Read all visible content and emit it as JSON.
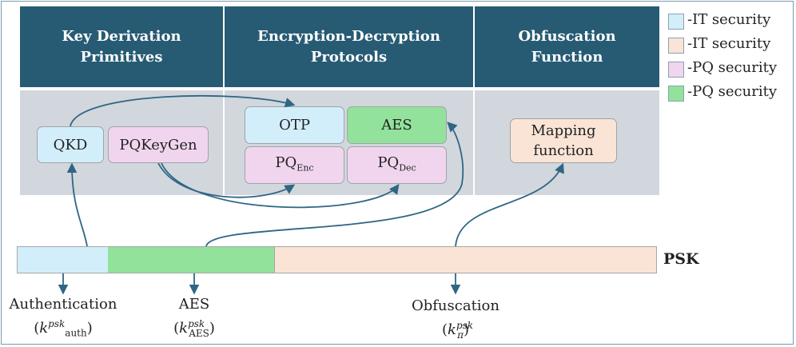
{
  "headers": {
    "kdp": "Key Derivation\nPrimitives",
    "edp": "Encryption-Decryption\nProtocols",
    "obf": "Obfuscation\nFunction"
  },
  "legend": [
    {
      "label": "-IT security",
      "color": "#d3eefb"
    },
    {
      "label": "-IT security",
      "color": "#fae4d6"
    },
    {
      "label": "-PQ security",
      "color": "#f1d5ef"
    },
    {
      "label": "-PQ security",
      "color": "#92e29c"
    }
  ],
  "boxes": {
    "qkd": "QKD",
    "pqkeygen": "PQKeyGen",
    "otp": "OTP",
    "aes": "AES",
    "pq_enc_base": "PQ",
    "pq_enc_sub": "Enc",
    "pq_dec_base": "PQ",
    "pq_dec_sub": "Dec",
    "mapping": "Mapping\nfunction"
  },
  "psk_label": "PSK",
  "psk_segments": {
    "auth_color": "#d3eefb",
    "aes_color": "#92e29c",
    "obf_color": "#fae4d6"
  },
  "bottom_labels": {
    "auth_name": "Authentication",
    "auth_k": "k",
    "auth_sup": "psk",
    "auth_sub": "auth",
    "aes_name": "AES",
    "aes_k": "k",
    "aes_sup": "psk",
    "aes_sub": "AES",
    "obf_name": "Obfuscation",
    "obf_k": "k",
    "obf_sup": "psk",
    "obf_sub": "π"
  },
  "colors": {
    "header_bg": "#275b74",
    "arrow": "#2f6684"
  }
}
